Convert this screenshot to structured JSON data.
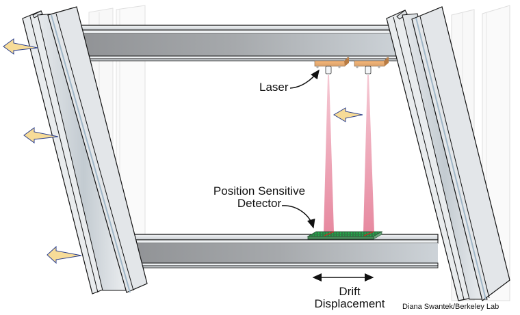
{
  "diagram": {
    "subject": "Optical drift displacement sensor between two floors of a steel frame",
    "labels": {
      "laser": "Laser",
      "detector_line1": "Position Sensitive",
      "detector_line2": "Detector",
      "drift_line1": "Drift",
      "drift_line2": "Displacement"
    },
    "credit": "Diana Swantek/Berkeley Lab",
    "components": [
      {
        "id": "upper-beam",
        "type": "steel I-beam (upper floor)"
      },
      {
        "id": "lower-beam",
        "type": "steel I-beam (lower floor)"
      },
      {
        "id": "left-column",
        "type": "steel column, tilted (displaced)"
      },
      {
        "id": "right-column",
        "type": "steel column, tilted (displaced)"
      },
      {
        "id": "ghost-columns",
        "type": "original undeformed column position (translucent)"
      },
      {
        "id": "lasers",
        "type": "laser emitters",
        "count": 2
      },
      {
        "id": "laser-beams",
        "type": "laser beams",
        "count": 2
      },
      {
        "id": "detector",
        "type": "position sensitive detector"
      },
      {
        "id": "force-arrows",
        "type": "lateral force arrows pointing left",
        "count": 4
      },
      {
        "id": "drift-arrow",
        "type": "double-headed drift displacement arrow"
      }
    ],
    "colors": {
      "steel_dark": "#9a9c9f",
      "steel_light": "#cdd3d8",
      "steel_highlight": "#e8ecef",
      "ghost_steel": "#f0f0f0",
      "laser_beam": "#e98ea3",
      "laser_housing": "#f0b070",
      "detector_green": "#3f8a55",
      "detector_dots": "#1a9a3a",
      "detector_line": "#e02020",
      "force_arrow_fill": "#f7dc98",
      "force_arrow_stroke": "#2b3f8c",
      "outline": "#111111"
    }
  }
}
